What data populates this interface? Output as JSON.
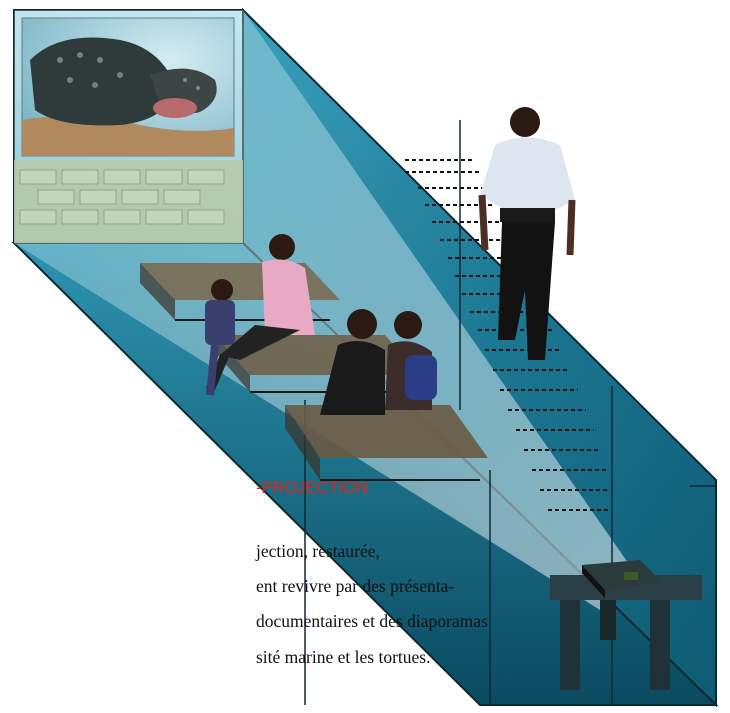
{
  "caption": {
    "title": "-PROJECTION",
    "lines": [
      "jection, restaurée,",
      "ent revivre par des présenta-",
      "documentaires et des diaporamas",
      "sité marine et les tortues."
    ]
  },
  "colors": {
    "room_wall": "#1e7f9b",
    "room_dark": "#0b4a5f",
    "light_beam": "#e8f4f7",
    "caption_title": "#e0241b",
    "bench_top": "#7a6a52",
    "projector": "#2b3a3a"
  },
  "illustration": {
    "screen_image": "leatherback-turtle-photo",
    "people": [
      "walking-man",
      "seated-woman",
      "seated-child-left",
      "seated-boy",
      "child-with-backpack"
    ],
    "furniture": [
      "tiered-bench-1",
      "tiered-bench-2",
      "tiered-bench-3",
      "staircase-dashed",
      "projector-table",
      "projector"
    ]
  }
}
